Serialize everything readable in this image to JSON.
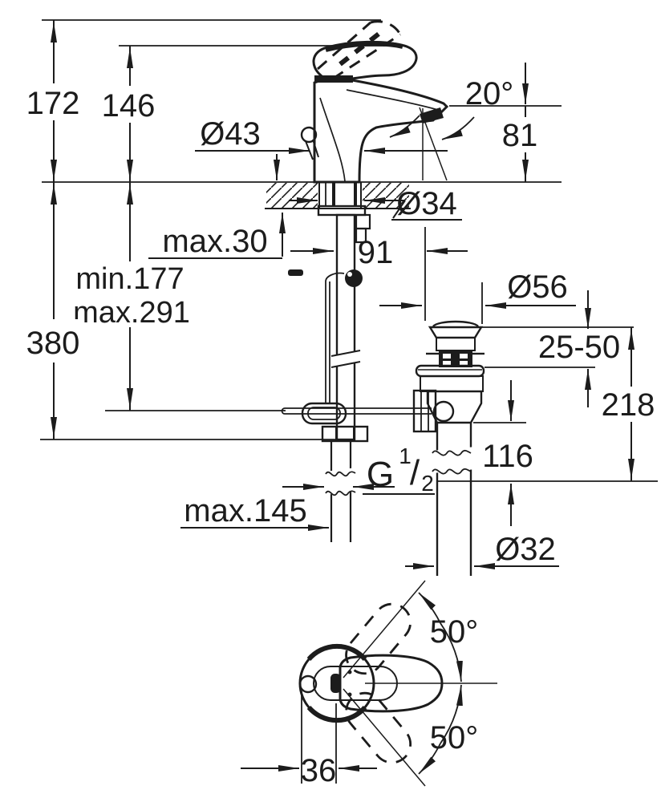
{
  "drawing": {
    "title": "single-lever-basin-mixer-dimensional-drawing",
    "line_color": "#1c1c1c",
    "background_color": "#ffffff"
  },
  "dimensions": {
    "total_height": "172",
    "handle_height": "146",
    "hose_min_length": "min.177",
    "hose_max_length": "max.291",
    "hose_overall_length": "380",
    "base_diameter": "Ø43",
    "spout_angle": "20°",
    "spout_height": "81",
    "shank_diameter": "Ø34",
    "deck_thickness": "max.30",
    "center_to_drain": "91",
    "waste_cap_diameter": "Ø56",
    "waste_adjustment": "25-50",
    "waste_height": "218",
    "tailpipe_length": "116",
    "hose_projection": "max.145",
    "thread_g": "G",
    "thread_numerator": "1",
    "thread_slash": "/",
    "thread_denominator": "2",
    "waste_pipe_diameter": "Ø32",
    "swivel_angle_upper": "50°",
    "swivel_angle_lower": "50°",
    "handle_width": "36"
  }
}
